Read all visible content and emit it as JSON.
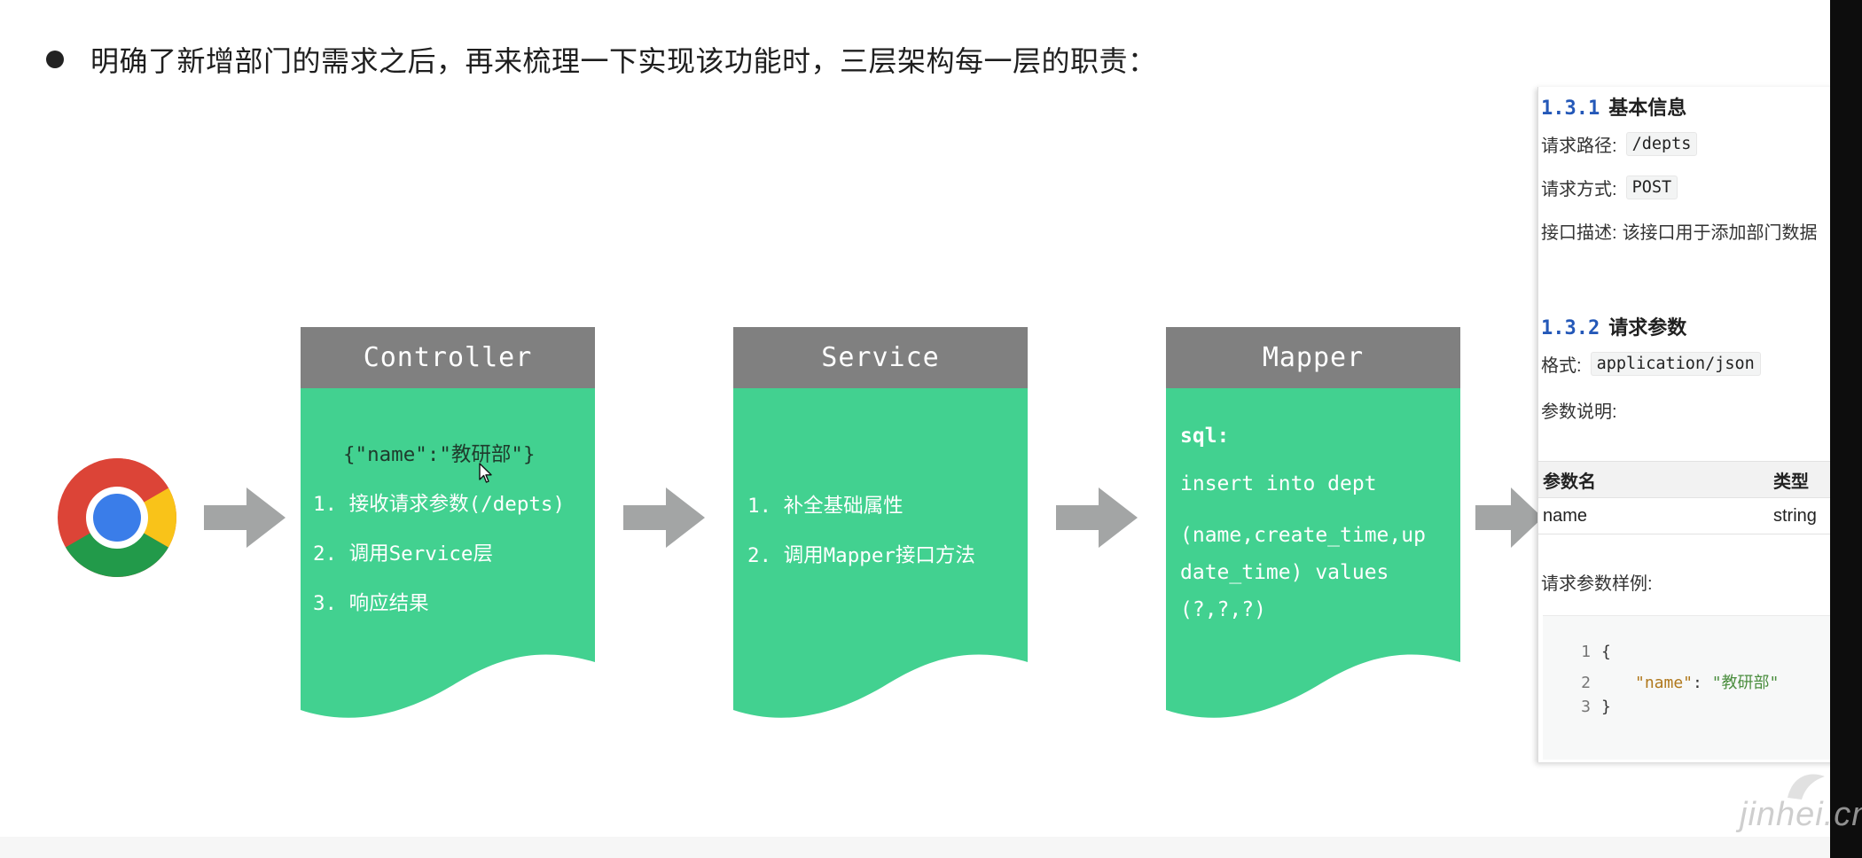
{
  "intro": {
    "text": "明确了新增部门的需求之后，再来梳理一下实现该功能时，三层架构每一层的职责："
  },
  "layers": [
    {
      "title": "Controller",
      "json_example": "{\"name\":\"教研部\"}",
      "steps": [
        "1. 接收请求参数(/depts)",
        "2. 调用Service层",
        "3. 响应结果"
      ]
    },
    {
      "title": "Service",
      "steps": [
        "1. 补全基础属性",
        "2. 调用Mapper接口方法"
      ]
    },
    {
      "title": "Mapper",
      "sql_label": "sql:",
      "sql_lines": [
        "insert into dept",
        "(name,create_time,up",
        "date_time) values",
        "(?,?,?)"
      ]
    }
  ],
  "doc": {
    "sec1_num": "1.3.1",
    "sec1_title": "基本信息",
    "path_label": "请求路径:",
    "path_value": "/depts",
    "method_label": "请求方式:",
    "method_value": "POST",
    "desc_label": "接口描述:",
    "desc_value": "该接口用于添加部门数据",
    "sec2_num": "1.3.2",
    "sec2_title": "请求参数",
    "format_label": "格式:",
    "format_value": "application/json",
    "param_desc_label": "参数说明:",
    "table_headers": [
      "参数名",
      "类型"
    ],
    "table_rows": [
      [
        "name",
        "string"
      ]
    ],
    "example_label": "请求参数样例:",
    "code_lines": [
      "1",
      "2",
      "3"
    ],
    "code_open": "{",
    "code_key": "\"name\"",
    "code_colon": ": ",
    "code_value": "\"教研部\"",
    "code_close": "}"
  },
  "watermark": "jinhei.cn",
  "colors": {
    "card_header": "#808080",
    "card_body": "#42d190",
    "arrow": "#a3a5a5",
    "section_number": "#2458b8"
  }
}
